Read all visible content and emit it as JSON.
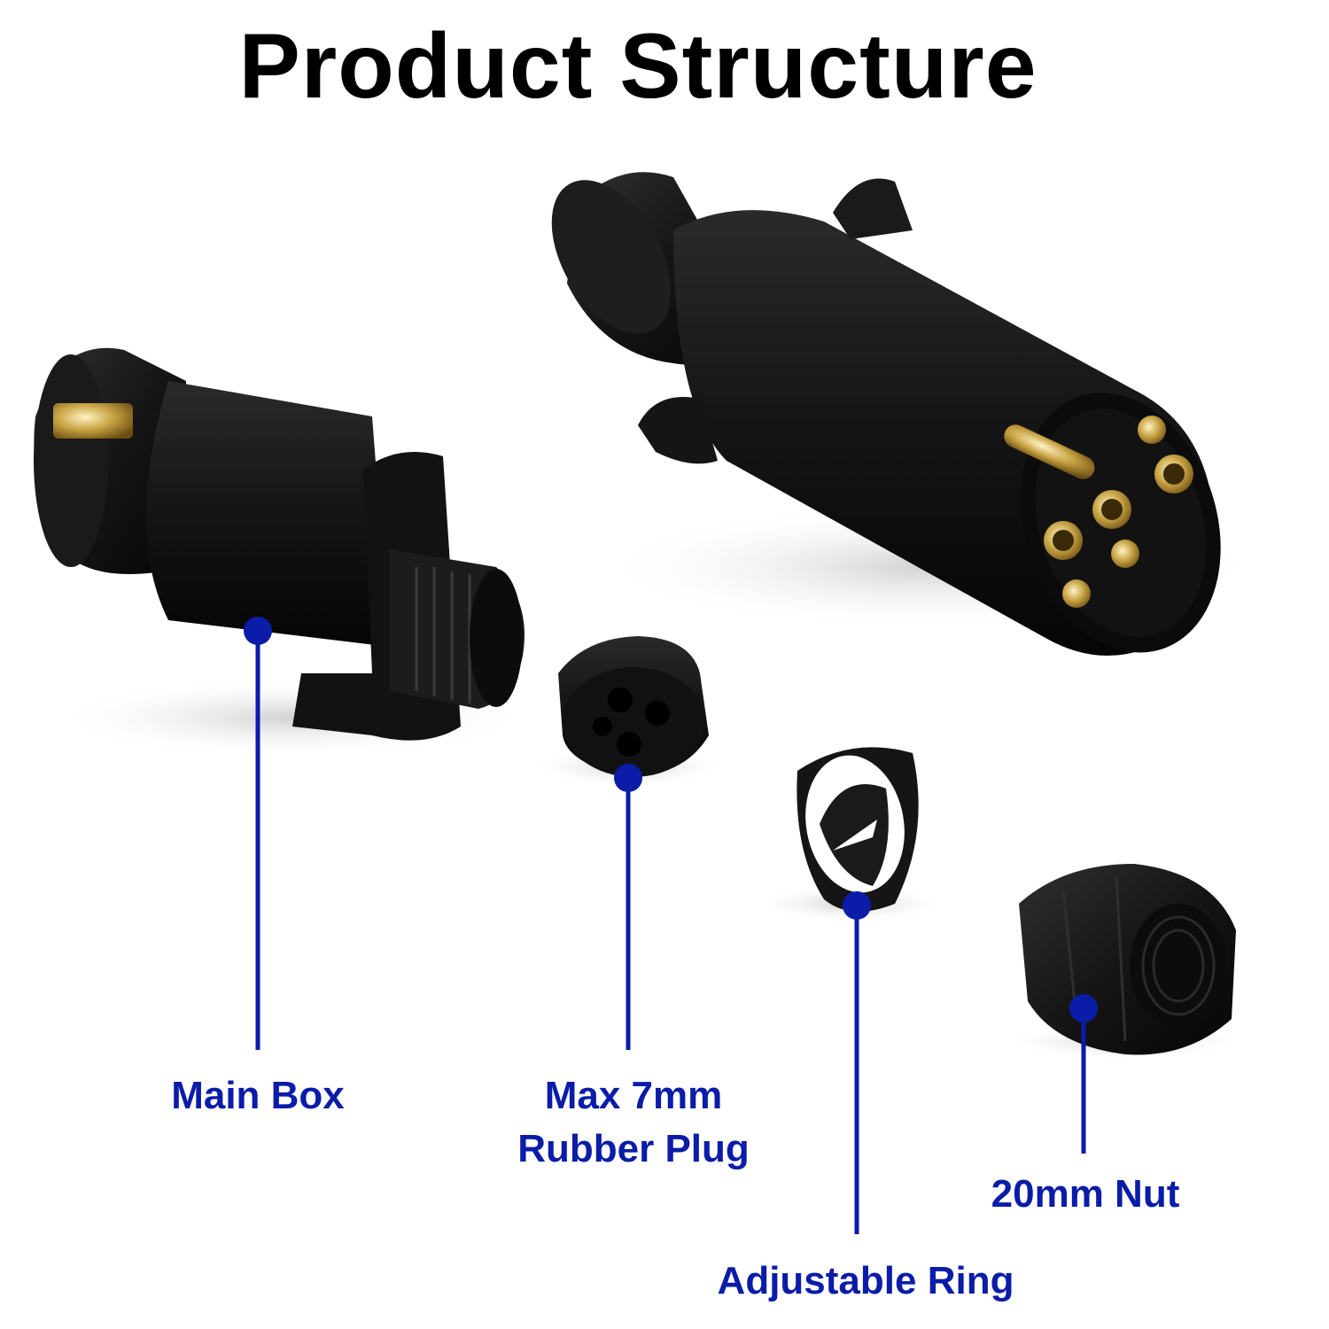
{
  "title": "Product Structure",
  "accent_color": "#0a1ca8",
  "parts": [
    {
      "name": "main-box",
      "lines": [
        "Main Box"
      ]
    },
    {
      "name": "rubber-plug",
      "lines": [
        "Max 7mm",
        "Rubber Plug"
      ]
    },
    {
      "name": "adjustable-ring",
      "lines": [
        "Adjustable Ring"
      ]
    },
    {
      "name": "nut",
      "lines": [
        "20mm Nut"
      ]
    }
  ]
}
